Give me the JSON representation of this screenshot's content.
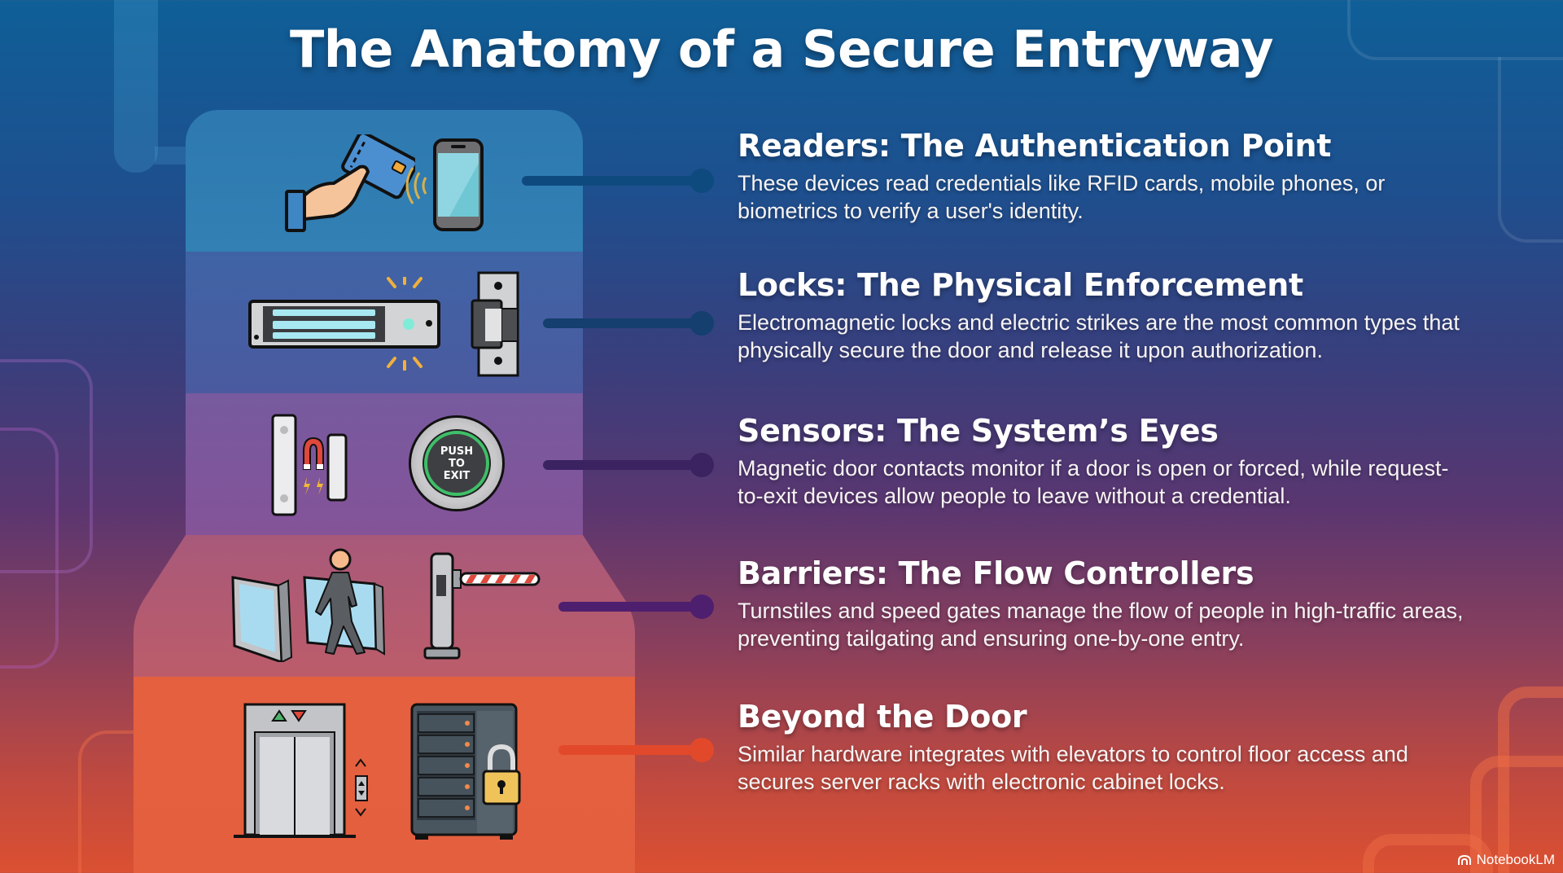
{
  "title": "The Anatomy of a Secure Entryway",
  "colors": {
    "band_readers": "#2f7cb2",
    "band_locks": "#4560a2",
    "band_sensors": "#7e579c",
    "band_barriers": "#b25b76",
    "band_beyond": "#e55f3f",
    "connector_readers": "#0f4a7e",
    "connector_locks": "#143f6e",
    "connector_sensors": "#3a2360",
    "connector_barriers": "#4e1f6e",
    "connector_beyond": "#e2492a"
  },
  "sections": [
    {
      "heading": "Readers: The Authentication Point",
      "body": "These devices read credentials like RFID cards, mobile phones, or biometrics to verify a user's identity.",
      "icons": [
        "hand-card-icon",
        "nfc-waves-icon",
        "smartphone-icon"
      ]
    },
    {
      "heading": "Locks: The Physical Enforcement",
      "body": "Electromagnetic locks and electric strikes are the most common types that physically secure the door and release it upon authorization.",
      "icons": [
        "maglock-icon",
        "electric-strike-icon"
      ]
    },
    {
      "heading": "Sensors: The System’s Eyes",
      "body": "Magnetic door contacts monitor if a door is open or forced, while request-to-exit devices allow people to leave without a credential.",
      "icons": [
        "door-contact-icon",
        "push-to-exit-icon"
      ],
      "button_label": [
        "PUSH",
        "TO",
        "EXIT"
      ]
    },
    {
      "heading": "Barriers: The Flow Controllers",
      "body": "Turnstiles and speed gates manage the flow of people in high-traffic areas, preventing tailgating and ensuring one-by-one entry.",
      "icons": [
        "speed-gate-icon",
        "boom-barrier-icon"
      ]
    },
    {
      "heading": "Beyond the Door",
      "body": "Similar hardware integrates with elevators to control floor access and secures server racks with electronic cabinet locks.",
      "icons": [
        "elevator-icon",
        "server-rack-lock-icon"
      ]
    }
  ],
  "brand": {
    "label": "NotebookLM",
    "icon": "notebooklm-logo-icon"
  }
}
